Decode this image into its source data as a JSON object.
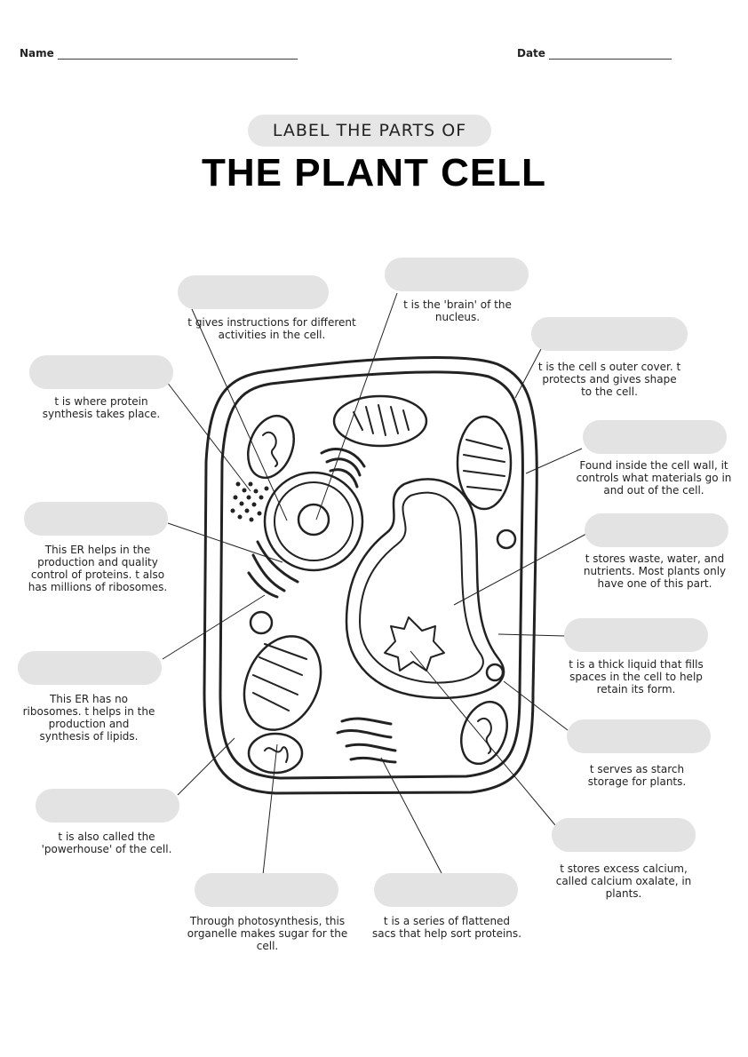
{
  "header": {
    "name_label": "Name",
    "name_line": "_____________________________________________",
    "date_label": "Date",
    "date_line": "_______________________"
  },
  "subtitle": "LABEL THE PARTS OF",
  "title": "THE PLANT CELL",
  "labels": [
    {
      "id": "nucleus",
      "text": "t gives instructions for different activities in the cell."
    },
    {
      "id": "nucleolus",
      "text": "t is the 'brain' of the nucleus."
    },
    {
      "id": "cell-wall",
      "text": "t is the cell s outer cover. t protects and gives shape to the cell."
    },
    {
      "id": "ribosomes",
      "text": "t is where protein synthesis takes place."
    },
    {
      "id": "cell-membrane",
      "text": "Found inside the cell wall, it controls what materials go in and out of the cell."
    },
    {
      "id": "rough-er",
      "text": "This ER helps in the production and quality control of proteins. t also has millions of ribosomes."
    },
    {
      "id": "vacuole",
      "text": "t stores waste, water, and nutrients. Most plants only have one of this part."
    },
    {
      "id": "cytoplasm",
      "text": "t is a thick liquid that fills spaces in the cell to help retain its form."
    },
    {
      "id": "smooth-er",
      "text": "This ER has no ribosomes. t helps in the production and synthesis of lipids."
    },
    {
      "id": "amyloplast",
      "text": "t serves as starch storage for plants."
    },
    {
      "id": "mitochondria",
      "text": "t is also called the 'powerhouse' of the cell."
    },
    {
      "id": "crystal",
      "text": "t stores excess calcium, called calcium oxalate, in plants."
    },
    {
      "id": "chloroplast",
      "text": "Through photosynthesis, this organelle makes sugar for the cell."
    },
    {
      "id": "golgi",
      "text": "t is a series of flattened sacs that help sort proteins."
    }
  ]
}
